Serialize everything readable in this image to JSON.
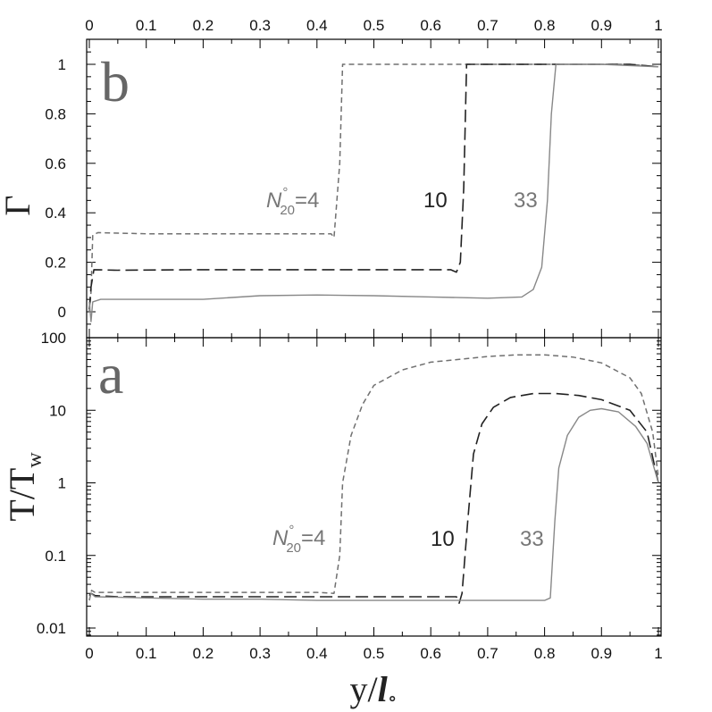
{
  "chart_data": [
    {
      "panel": "b",
      "type": "line",
      "ylabel": "Γ",
      "xlim": [
        0,
        1
      ],
      "ylim": [
        -0.08,
        1.08
      ],
      "xticks": [
        "0",
        "0.1",
        "0.2",
        "0.3",
        "0.4",
        "0.5",
        "0.6",
        "0.7",
        "0.8",
        "0.9",
        "1"
      ],
      "yticks": [
        "0",
        "0.2",
        "0.4",
        "0.6",
        "0.8",
        "1"
      ],
      "series": [
        {
          "label": "N°20=4",
          "color": "#707070",
          "dash": "short",
          "points": [
            [
              0.0,
              0.0
            ],
            [
              0.003,
              0.08
            ],
            [
              0.006,
              0.31
            ],
            [
              0.015,
              0.32
            ],
            [
              0.1,
              0.315
            ],
            [
              0.2,
              0.315
            ],
            [
              0.3,
              0.315
            ],
            [
              0.4,
              0.315
            ],
            [
              0.425,
              0.315
            ],
            [
              0.43,
              0.3
            ],
            [
              0.44,
              0.6
            ],
            [
              0.445,
              1.0
            ],
            [
              0.6,
              1.0
            ],
            [
              0.8,
              1.0
            ],
            [
              0.95,
              1.0
            ],
            [
              1.0,
              0.99
            ]
          ]
        },
        {
          "label": "10",
          "color": "#222222",
          "dash": "long",
          "points": [
            [
              0.0,
              0.01
            ],
            [
              0.003,
              0.1
            ],
            [
              0.008,
              0.17
            ],
            [
              0.05,
              0.168
            ],
            [
              0.2,
              0.17
            ],
            [
              0.3,
              0.17
            ],
            [
              0.4,
              0.17
            ],
            [
              0.5,
              0.17
            ],
            [
              0.6,
              0.17
            ],
            [
              0.635,
              0.17
            ],
            [
              0.645,
              0.16
            ],
            [
              0.652,
              0.2
            ],
            [
              0.658,
              0.5
            ],
            [
              0.663,
              1.0
            ],
            [
              0.8,
              1.0
            ],
            [
              0.95,
              1.0
            ],
            [
              1.0,
              0.99
            ]
          ]
        },
        {
          "label": "33",
          "color": "#888888",
          "dash": "solid",
          "points": [
            [
              0.0,
              0.04
            ],
            [
              0.003,
              -0.04
            ],
            [
              0.006,
              0.04
            ],
            [
              0.02,
              0.05
            ],
            [
              0.1,
              0.05
            ],
            [
              0.2,
              0.05
            ],
            [
              0.3,
              0.065
            ],
            [
              0.4,
              0.068
            ],
            [
              0.5,
              0.065
            ],
            [
              0.6,
              0.06
            ],
            [
              0.7,
              0.055
            ],
            [
              0.76,
              0.06
            ],
            [
              0.78,
              0.09
            ],
            [
              0.795,
              0.18
            ],
            [
              0.805,
              0.45
            ],
            [
              0.812,
              0.8
            ],
            [
              0.82,
              1.0
            ],
            [
              0.9,
              1.0
            ],
            [
              1.0,
              0.99
            ]
          ]
        }
      ]
    },
    {
      "panel": "a",
      "type": "line",
      "ylabel": "T/Tw",
      "xlabel": "y/l∘",
      "xlim": [
        0,
        1
      ],
      "ylim": [
        0.008,
        120
      ],
      "yscale": "log",
      "xticks": [
        "0",
        "0.1",
        "0.2",
        "0.3",
        "0.4",
        "0.5",
        "0.6",
        "0.7",
        "0.8",
        "0.9",
        "1"
      ],
      "yticks": [
        "0.01",
        "0.1",
        "1",
        "10",
        "100"
      ],
      "series": [
        {
          "label": "N°20=4",
          "color": "#707070",
          "dash": "short",
          "points": [
            [
              0.0,
              0.024
            ],
            [
              0.004,
              0.033
            ],
            [
              0.01,
              0.031
            ],
            [
              0.05,
              0.031
            ],
            [
              0.1,
              0.031
            ],
            [
              0.2,
              0.031
            ],
            [
              0.3,
              0.031
            ],
            [
              0.4,
              0.031
            ],
            [
              0.43,
              0.03
            ],
            [
              0.44,
              0.1
            ],
            [
              0.445,
              1.0
            ],
            [
              0.46,
              4.5
            ],
            [
              0.48,
              12
            ],
            [
              0.5,
              22
            ],
            [
              0.55,
              36
            ],
            [
              0.6,
              46
            ],
            [
              0.7,
              55
            ],
            [
              0.75,
              58
            ],
            [
              0.8,
              58
            ],
            [
              0.85,
              54
            ],
            [
              0.9,
              45
            ],
            [
              0.95,
              28
            ],
            [
              0.97,
              17
            ],
            [
              0.99,
              5
            ],
            [
              1.0,
              1.2
            ]
          ]
        },
        {
          "label": "10",
          "color": "#222222",
          "dash": "long",
          "points": [
            [
              0.0,
              0.028
            ],
            [
              0.003,
              0.03
            ],
            [
              0.01,
              0.028
            ],
            [
              0.05,
              0.027
            ],
            [
              0.2,
              0.027
            ],
            [
              0.3,
              0.027
            ],
            [
              0.4,
              0.027
            ],
            [
              0.5,
              0.027
            ],
            [
              0.6,
              0.027
            ],
            [
              0.645,
              0.027
            ],
            [
              0.65,
              0.022
            ],
            [
              0.655,
              0.03
            ],
            [
              0.665,
              0.3
            ],
            [
              0.675,
              2.5
            ],
            [
              0.69,
              6.5
            ],
            [
              0.71,
              11
            ],
            [
              0.74,
              15
            ],
            [
              0.78,
              17
            ],
            [
              0.82,
              17
            ],
            [
              0.86,
              16
            ],
            [
              0.9,
              14
            ],
            [
              0.95,
              10
            ],
            [
              0.98,
              5
            ],
            [
              1.0,
              1.0
            ]
          ]
        },
        {
          "label": "33",
          "color": "#888888",
          "dash": "solid",
          "points": [
            [
              0.0,
              0.025
            ],
            [
              0.003,
              0.03
            ],
            [
              0.01,
              0.027
            ],
            [
              0.1,
              0.026
            ],
            [
              0.2,
              0.025
            ],
            [
              0.3,
              0.025
            ],
            [
              0.4,
              0.024
            ],
            [
              0.5,
              0.024
            ],
            [
              0.6,
              0.024
            ],
            [
              0.7,
              0.024
            ],
            [
              0.8,
              0.024
            ],
            [
              0.81,
              0.026
            ],
            [
              0.818,
              0.3
            ],
            [
              0.825,
              1.6
            ],
            [
              0.84,
              4.5
            ],
            [
              0.86,
              8
            ],
            [
              0.88,
              10
            ],
            [
              0.9,
              10.5
            ],
            [
              0.93,
              9.5
            ],
            [
              0.96,
              6
            ],
            [
              0.98,
              3.5
            ],
            [
              1.0,
              1.0
            ]
          ]
        }
      ]
    }
  ],
  "panels": {
    "b": {
      "letter": "b",
      "ylabel": "Γ",
      "labels": {
        "n_prefix": "N",
        "n_sup": "°",
        "n_sub": "20",
        "n_value": "=4",
        "label_10": "10",
        "label_33": "33"
      }
    },
    "a": {
      "letter": "a",
      "ylabel_main": "T",
      "ylabel_slash": "/",
      "ylabel_T2": "T",
      "ylabel_sub": "w",
      "labels": {
        "n_prefix": "N",
        "n_sup": "°",
        "n_sub": "20",
        "n_value": "=4",
        "label_10": "10",
        "label_33": "33"
      }
    }
  },
  "xlabel": {
    "main": "y",
    "slash": "/",
    "script": "l",
    "sub": "∘"
  }
}
